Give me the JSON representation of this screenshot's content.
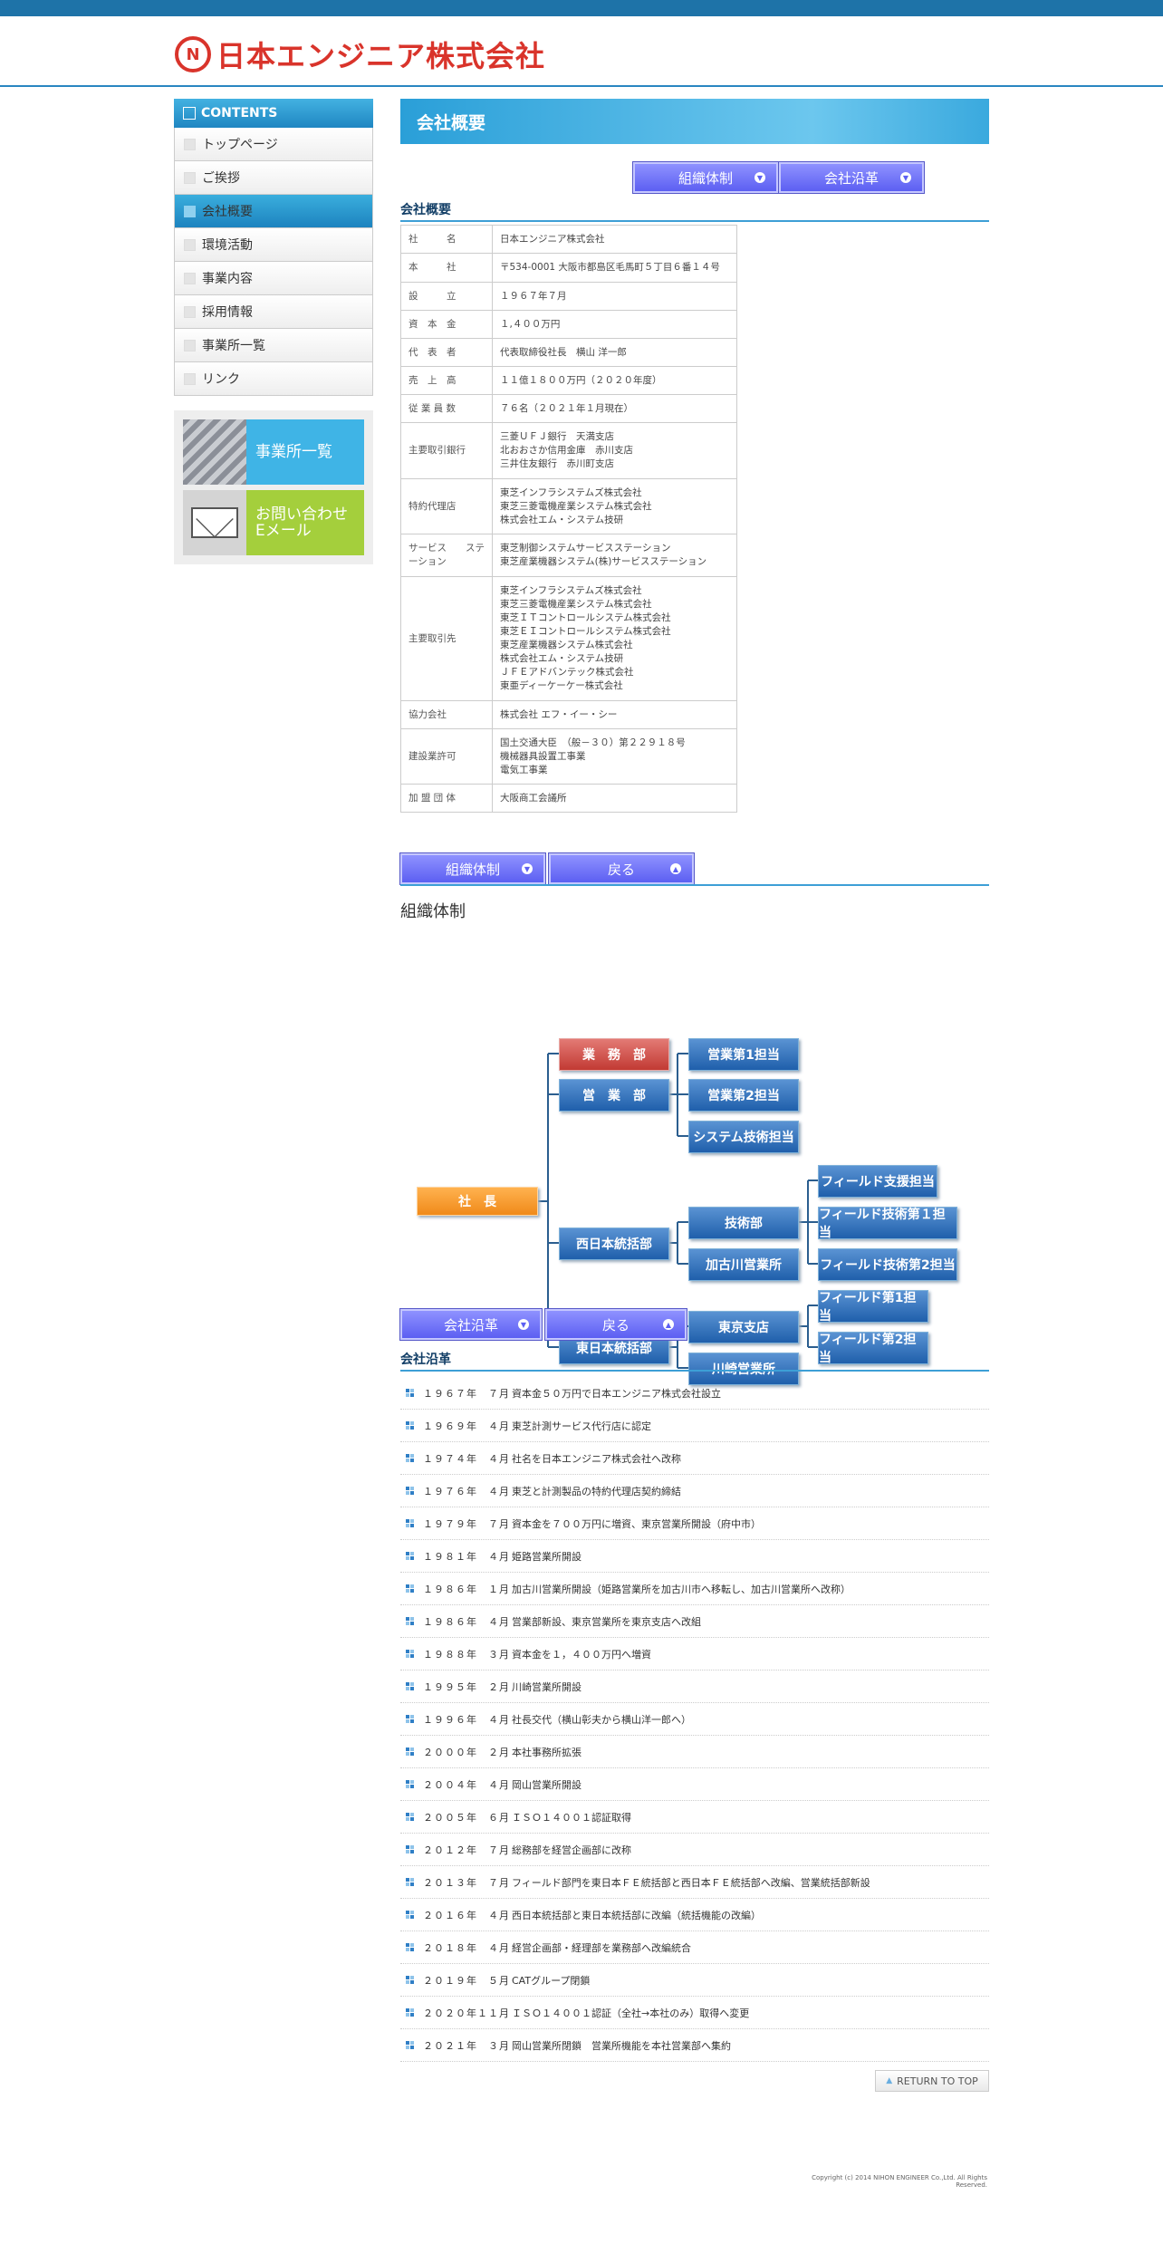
{
  "header": {
    "logo_mark": "N",
    "logo_text": "日本エンジニア株式会社"
  },
  "sidebar": {
    "title": "CONTENTS",
    "items": [
      {
        "label": "トップページ",
        "active": false
      },
      {
        "label": "ご挨拶",
        "active": false
      },
      {
        "label": "会社概要",
        "active": true
      },
      {
        "label": "環境活動",
        "active": false
      },
      {
        "label": "事業内容",
        "active": false
      },
      {
        "label": "採用情報",
        "active": false
      },
      {
        "label": "事業所一覧",
        "active": false
      },
      {
        "label": "リンク",
        "active": false
      }
    ],
    "banners": [
      {
        "label": "事業所一覧"
      },
      {
        "label_line1": "お問い合わせ",
        "label_line2": "Eメール"
      }
    ]
  },
  "main": {
    "page_title": "会社概要",
    "top_buttons": [
      "組織体制",
      "会社沿革"
    ],
    "section_overview": "会社概要",
    "info_rows": [
      {
        "k": "社　　　名",
        "v": [
          "日本エンジニア株式会社"
        ]
      },
      {
        "k": "本　　　社",
        "v": [
          "〒534-0001 大阪市都島区毛馬町５丁目６番１４号"
        ]
      },
      {
        "k": "設　　　立",
        "v": [
          "１９６７年７月"
        ]
      },
      {
        "k": "資　本　金",
        "v": [
          "１,４００万円"
        ]
      },
      {
        "k": "代　表　者",
        "v": [
          "代表取締役社長　横山 洋一郎"
        ]
      },
      {
        "k": "売　上　高",
        "v": [
          "１１億１８００万円（２０２０年度）"
        ]
      },
      {
        "k": "従 業 員 数",
        "v": [
          "７６名（２０２１年１月現在）"
        ]
      },
      {
        "k": "主要取引銀行",
        "v": [
          "三菱ＵＦＪ銀行　天満支店",
          "北おおさか信用金庫　赤川支店",
          "三井住友銀行　赤川町支店"
        ]
      },
      {
        "k": "特約代理店",
        "v": [
          "東芝インフラシステムズ株式会社",
          "東芝三菱電機産業システム株式会社",
          "株式会社エム・システム技研"
        ]
      },
      {
        "k": "サービス　　ステーション",
        "v": [
          "東芝制御システムサービスステーション",
          "東芝産業機器システム(株)サービスステーション"
        ]
      },
      {
        "k": "主要取引先",
        "v": [
          "東芝インフラシステムズ株式会社",
          "東芝三菱電機産業システム株式会社",
          "東芝ＩＴコントロールシステム株式会社",
          "東芝ＥＩコントロールシステム株式会社",
          "東芝産業機器システム株式会社",
          "株式会社エム・システム技研",
          "ＪＦＥアドバンテック株式会社",
          "東亜ディーケーケー株式会社"
        ]
      },
      {
        "k": "協力会社",
        "v": [
          "株式会社 エフ・イー・シー"
        ]
      },
      {
        "k": "建設業許可",
        "v": [
          "国土交通大臣　（般－３０）第２２９１８号",
          "機械器具設置工事業",
          "電気工事業"
        ]
      },
      {
        "k": "加 盟 団 体",
        "v": [
          "大阪商工会議所"
        ]
      }
    ],
    "org_buttons": [
      "組織体制",
      "戻る"
    ],
    "org_title": "組織体制",
    "org": {
      "president": "社　長",
      "gyomu": "業　務　部",
      "eigyo": "営　業　部",
      "eigyo1": "営業第1担当",
      "eigyo2": "営業第2担当",
      "system": "システム技術担当",
      "nishi": "西日本統括部",
      "gijutsu": "技術部",
      "kakogawa": "加古川営業所",
      "fs": "フィールド支援担当",
      "fg1": "フィールド技術第１担当",
      "fg2": "フィールド技術第2担当",
      "higashi": "東日本統括部",
      "tokyo": "東京支店",
      "kawasaki": "川崎営業所",
      "f1": "フィールド第1担当",
      "f2": "フィールド第2担当"
    },
    "hist_buttons": [
      "会社沿革",
      "戻る"
    ],
    "section_history": "会社沿革",
    "history": [
      {
        "d": "１９６７年　７月",
        "t": "資本金５０万円で日本エンジニア株式会社設立"
      },
      {
        "d": "１９６９年　４月",
        "t": "東芝計測サービス代行店に認定"
      },
      {
        "d": "１９７４年　４月",
        "t": "社名を日本エンジニア株式会社へ改称"
      },
      {
        "d": "１９７６年　４月",
        "t": "東芝と計測製品の特約代理店契約締結"
      },
      {
        "d": "１９７９年　７月",
        "t": "資本金を７００万円に増資、東京営業所開設（府中市）"
      },
      {
        "d": "１９８１年　４月",
        "t": "姫路営業所開設"
      },
      {
        "d": "１９８６年　１月",
        "t": "加古川営業所開設（姫路営業所を加古川市へ移転し、加古川営業所へ改称）"
      },
      {
        "d": "１９８６年　４月",
        "t": "営業部新設、東京営業所を東京支店へ改組"
      },
      {
        "d": "１９８８年　３月",
        "t": "資本金を１，４００万円へ増資"
      },
      {
        "d": "１９９５年　２月",
        "t": "川崎営業所開設"
      },
      {
        "d": "１９９６年　４月",
        "t": "社長交代（横山彰夫から横山洋一郎へ）"
      },
      {
        "d": "２０００年　２月",
        "t": "本社事務所拡張"
      },
      {
        "d": "２００４年　４月",
        "t": "岡山営業所開設"
      },
      {
        "d": "２００５年　６月",
        "t": "ＩＳＯ１４００１認証取得"
      },
      {
        "d": "２０１２年　７月",
        "t": "総務部を経営企画部に改称"
      },
      {
        "d": "２０１３年　７月",
        "t": "フィールド部門を東日本ＦＥ統括部と西日本ＦＥ統括部へ改編、営業統括部新設"
      },
      {
        "d": "２０１６年　４月",
        "t": "西日本統括部と東日本統括部に改編（統括機能の改編）"
      },
      {
        "d": "２０１８年　４月",
        "t": "経営企画部・経理部を業務部へ改編統合"
      },
      {
        "d": "２０１９年　５月",
        "t": "CATグループ閉鎖"
      },
      {
        "d": "２０２０年１１月",
        "t": "ＩＳＯ１４００１認証（全社→本社のみ）取得へ変更"
      },
      {
        "d": "２０２１年　３月",
        "t": "岡山営業所閉鎖　営業所機能を本社営業部へ集約"
      }
    ],
    "return_to_top": "RETURN TO TOP",
    "copyright": "Copyright (c) 2014 NIHON ENGINEER Co.,Ltd. All Rights Reserved."
  }
}
